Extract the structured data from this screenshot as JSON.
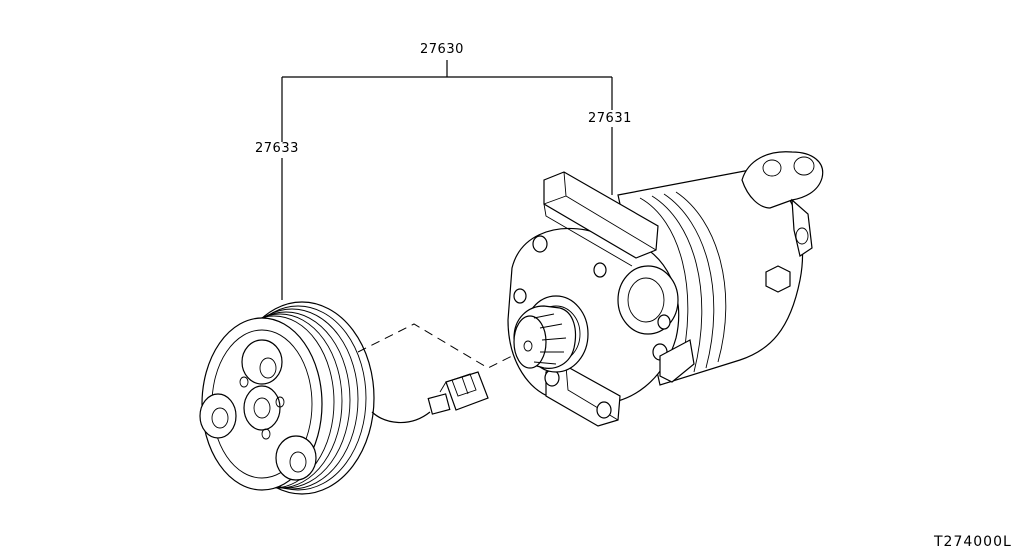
{
  "part_numbers": {
    "assembly": "27630",
    "compressor": "27631",
    "clutch": "27633"
  },
  "diagram_code": "T274000L"
}
